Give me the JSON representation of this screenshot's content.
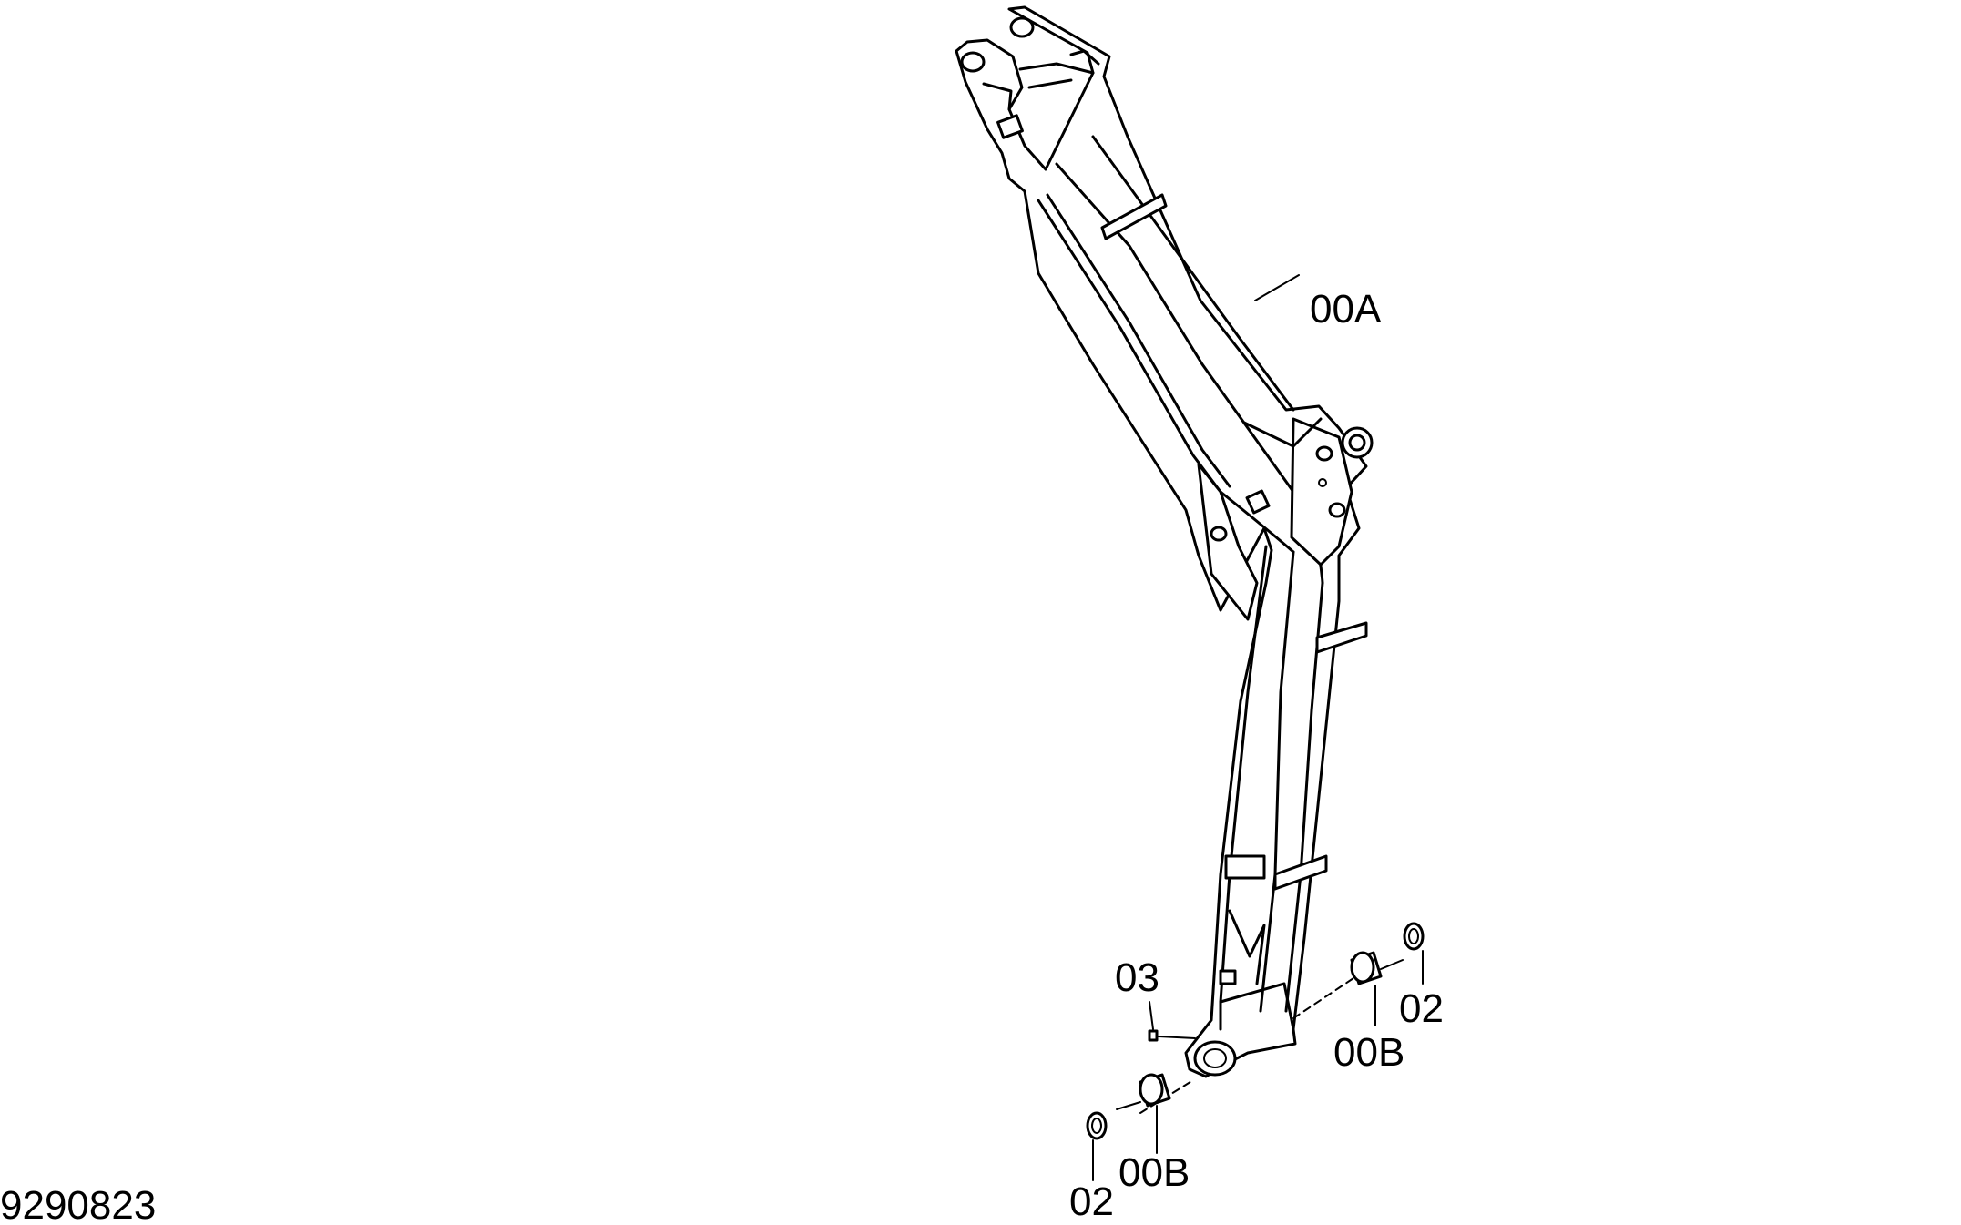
{
  "figure_id": "9290823",
  "labels": {
    "arm": "00A",
    "bushing_right": "00B",
    "bushing_left": "00B",
    "ring_right": "02",
    "ring_left": "02",
    "grease_fitting": "03"
  },
  "colors": {
    "line": "#000000",
    "background": "#ffffff"
  }
}
